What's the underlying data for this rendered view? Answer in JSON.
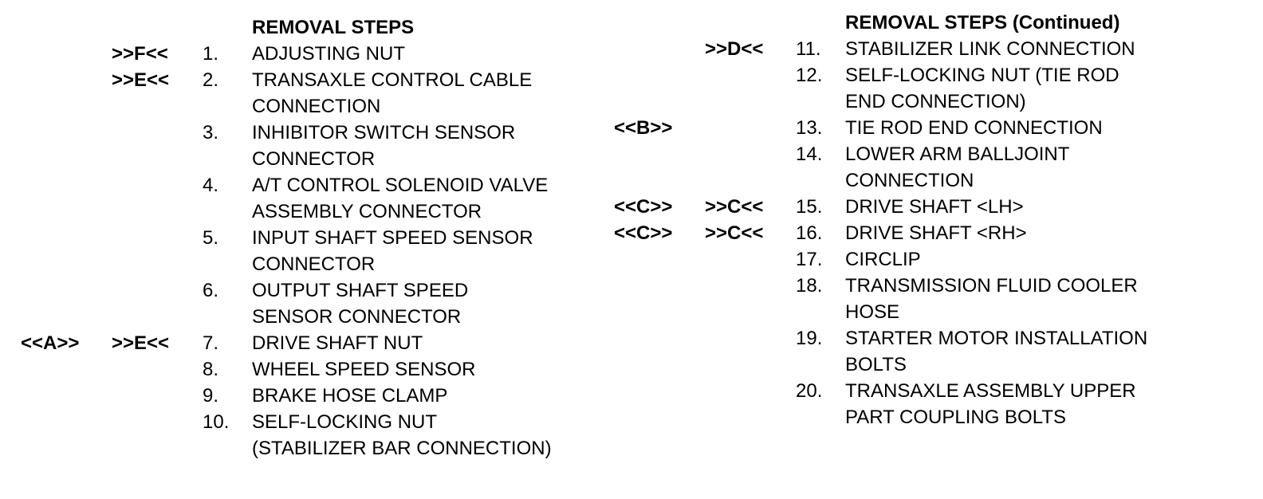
{
  "left": {
    "heading": "REMOVAL STEPS",
    "steps": [
      {
        "marker1": "",
        "marker2": ">>F<<",
        "num": "1.",
        "lines": [
          "ADJUSTING NUT"
        ]
      },
      {
        "marker1": "",
        "marker2": ">>E<<",
        "num": "2.",
        "lines": [
          "TRANSAXLE CONTROL CABLE",
          "CONNECTION"
        ]
      },
      {
        "marker1": "",
        "marker2": "",
        "num": "3.",
        "lines": [
          "INHIBITOR SWITCH SENSOR",
          "CONNECTOR"
        ]
      },
      {
        "marker1": "",
        "marker2": "",
        "num": "4.",
        "lines": [
          "A/T CONTROL SOLENOID VALVE",
          "ASSEMBLY CONNECTOR"
        ]
      },
      {
        "marker1": "",
        "marker2": "",
        "num": "5.",
        "lines": [
          "INPUT SHAFT SPEED SENSOR",
          "CONNECTOR"
        ]
      },
      {
        "marker1": "",
        "marker2": "",
        "num": "6.",
        "lines": [
          "OUTPUT SHAFT SPEED",
          "SENSOR CONNECTOR"
        ]
      },
      {
        "marker1": "<<A>>",
        "marker2": ">>E<<",
        "num": "7.",
        "lines": [
          "DRIVE SHAFT NUT"
        ]
      },
      {
        "marker1": "",
        "marker2": "",
        "num": "8.",
        "lines": [
          "WHEEL SPEED SENSOR"
        ]
      },
      {
        "marker1": "",
        "marker2": "",
        "num": "9.",
        "lines": [
          "BRAKE HOSE CLAMP"
        ]
      },
      {
        "marker1": "",
        "marker2": "",
        "num": "10.",
        "lines": [
          "SELF-LOCKING NUT",
          "(STABILIZER BAR CONNECTION)"
        ]
      }
    ]
  },
  "right": {
    "heading": "REMOVAL STEPS (Continued)",
    "steps": [
      {
        "marker1": "",
        "marker2": ">>D<<",
        "num": "11.",
        "lines": [
          "STABILIZER LINK CONNECTION"
        ]
      },
      {
        "marker1": "",
        "marker2": "",
        "num": "12.",
        "lines": [
          "SELF-LOCKING NUT (TIE ROD",
          "END CONNECTION)"
        ]
      },
      {
        "marker1": "<<B>>",
        "marker2": "",
        "num": "13.",
        "lines": [
          "TIE ROD END CONNECTION"
        ]
      },
      {
        "marker1": "",
        "marker2": "",
        "num": "14.",
        "lines": [
          "LOWER ARM BALLJOINT",
          "CONNECTION"
        ]
      },
      {
        "marker1": "<<C>>",
        "marker2": ">>C<<",
        "num": "15.",
        "lines": [
          "DRIVE SHAFT <LH>"
        ]
      },
      {
        "marker1": "<<C>>",
        "marker2": ">>C<<",
        "num": "16.",
        "lines": [
          "DRIVE SHAFT <RH>"
        ]
      },
      {
        "marker1": "",
        "marker2": "",
        "num": "17.",
        "lines": [
          "CIRCLIP"
        ]
      },
      {
        "marker1": "",
        "marker2": "",
        "num": "18.",
        "lines": [
          "TRANSMISSION FLUID COOLER",
          "HOSE"
        ]
      },
      {
        "marker1": "",
        "marker2": "",
        "num": "19.",
        "lines": [
          "STARTER MOTOR INSTALLATION",
          "BOLTS"
        ]
      },
      {
        "marker1": "",
        "marker2": "",
        "num": "20.",
        "lines": [
          "TRANSAXLE ASSEMBLY UPPER",
          "PART COUPLING BOLTS"
        ]
      }
    ]
  }
}
